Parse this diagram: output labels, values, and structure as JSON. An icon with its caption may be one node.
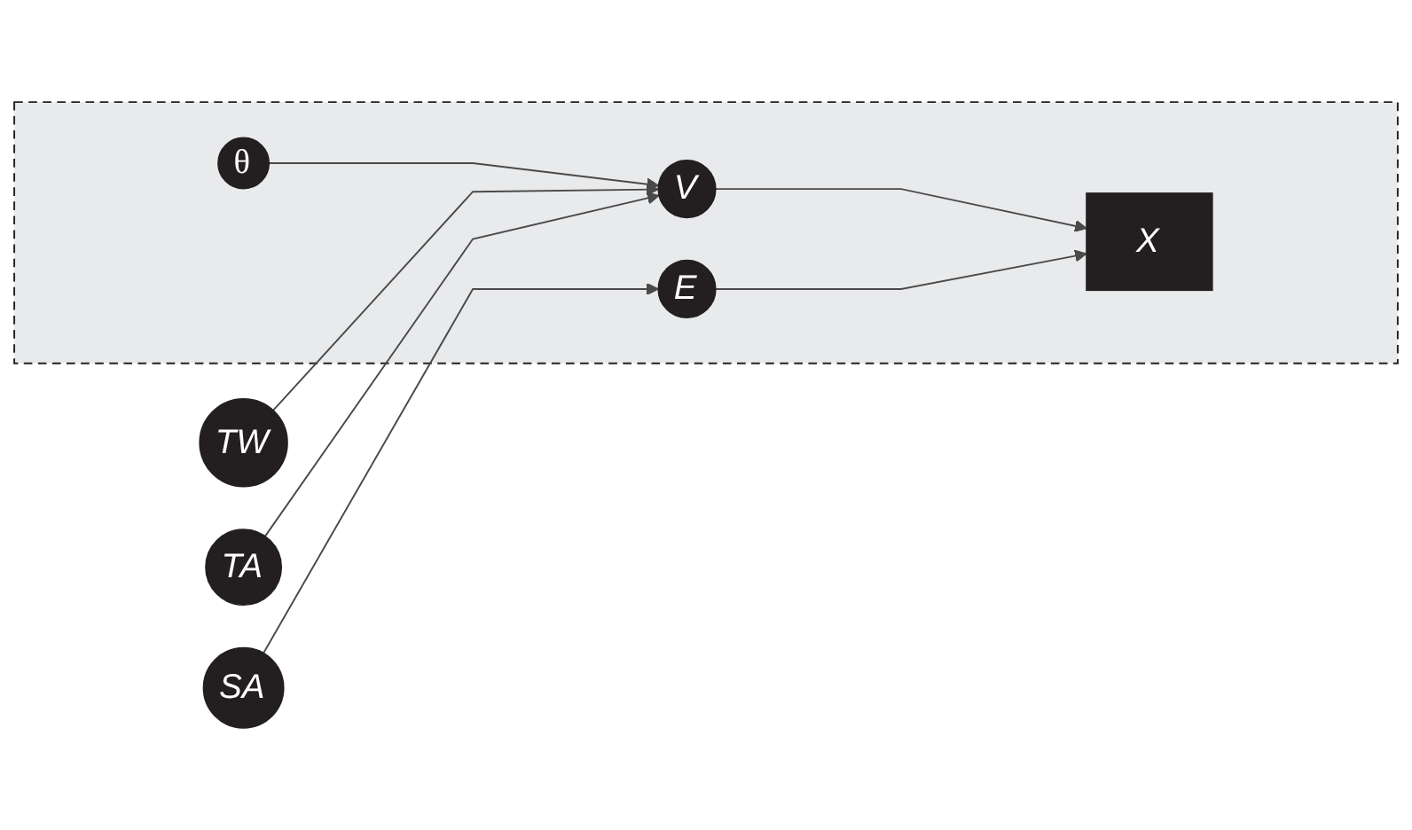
{
  "diagram": {
    "nodes": [
      {
        "text": [],
        "shape": "box"
      },
      {
        "text": [
          "θ"
        ],
        "in": 0
      },
      {
        "text": [
          "TW"
        ]
      },
      {
        "text": [
          "V"
        ],
        "in": 0
      },
      {
        "text": [
          "X"
        ],
        "in": 0
      },
      {
        "text": [
          "E"
        ],
        "in": 0
      },
      {
        "text": [
          "TA"
        ]
      },
      {
        "text": [
          "SA"
        ]
      }
    ],
    "edges": [
      {
        "from": 1,
        "to": 3,
        "arrow": "to"
      },
      {
        "from": 2,
        "to": 3,
        "arrow": "to"
      },
      {
        "from": 6,
        "to": 3,
        "arrow": "to"
      },
      {
        "from": 3,
        "to": 4,
        "arrow": "to"
      },
      {
        "from": 5,
        "to": 4,
        "arrow": "to"
      },
      {
        "from": 7,
        "to": 5,
        "arrow": "to"
      }
    ]
  }
}
